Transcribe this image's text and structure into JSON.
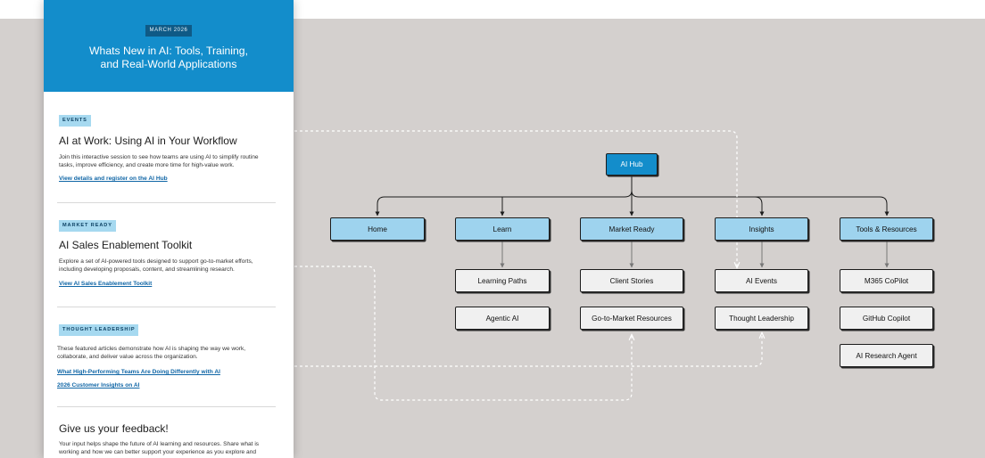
{
  "newsletter": {
    "date": "MARCH 2026",
    "title_line1": "Whats New in AI: Tools, Training,",
    "title_line2": "and Real-World Applications",
    "sections": [
      {
        "tag": "EVENTS",
        "title": "AI at Work: Using AI in Your Workflow",
        "desc_lines": [
          "Join this interactive session to see how teams are using AI to simplify routine",
          "tasks, improve efficiency, and create more time for high-value work."
        ],
        "links": [
          "View details and register on the AI Hub"
        ]
      },
      {
        "tag": "MARKET READY",
        "title": "AI Sales Enablement Toolkit",
        "desc_lines": [
          "Explore a set of AI-powered tools designed to support go-to-market efforts,",
          "including  developing proposals, content, and streamlining research."
        ],
        "links": [
          "View AI Sales Enablement Toolkit"
        ]
      },
      {
        "tag": "THOUGHT LEADERSHIP",
        "title": "",
        "desc_lines": [
          "These featured articles demonstrate how AI is shaping the way we work,",
          "collaborate, and deliver value across the organization."
        ],
        "links": [
          "What High-Performing Teams Are Doing Differently with AI",
          "2026 Customer Insights on AI"
        ]
      }
    ],
    "feedback": {
      "title": "Give us your feedback!",
      "desc_lines": [
        "Your input helps shape the future of AI learning and resources. Share what is",
        "working and how we can better support your experience as you explore and"
      ]
    }
  },
  "sitemap": {
    "root": "AI Hub",
    "sections": [
      {
        "label": "Home",
        "children": []
      },
      {
        "label": "Learn",
        "children": [
          "Learning Paths",
          "Agentic AI"
        ]
      },
      {
        "label": "Market Ready",
        "children": [
          "Client Stories",
          "Go-to-Market Resources"
        ]
      },
      {
        "label": "Insights",
        "children": [
          "AI Events",
          "Thought Leadership"
        ]
      },
      {
        "label": "Tools & Resources",
        "children": [
          "M365 CoPilot",
          "GitHub Copilot",
          "AI Research Agent"
        ]
      }
    ]
  },
  "colors": {
    "hero_blue": "#138dcb",
    "section_node": "#9ed3ee",
    "page_node": "#f0f0f0",
    "canvas": "#d4d0ce"
  }
}
